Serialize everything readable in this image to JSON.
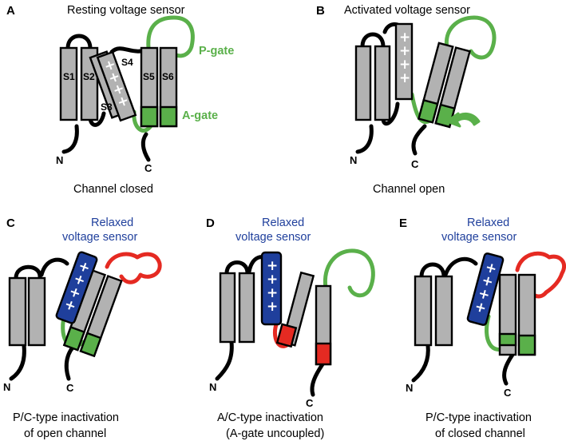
{
  "colors": {
    "helix": "#b2b2b2",
    "voltage_sensor_relaxed": "#1f3f9c",
    "gate_green": "#5ab04a",
    "inactivated_red": "#e52a22",
    "relaxed_text": "#1f3f9c"
  },
  "panels": {
    "A": {
      "letter": "A",
      "title": "Resting voltage sensor",
      "caption": "Channel closed",
      "segments": {
        "s1": "S1",
        "s2": "S2",
        "s3": "S3",
        "s4": "S4",
        "s5": "S5",
        "s6": "S6"
      },
      "p_gate": "P-gate",
      "a_gate": "A-gate",
      "n_term": "N",
      "c_term": "C"
    },
    "B": {
      "letter": "B",
      "title": "Activated voltage sensor",
      "caption": "Channel open",
      "n_term": "N",
      "c_term": "C"
    },
    "C": {
      "letter": "C",
      "title_line1": "Relaxed",
      "title_line2": "voltage sensor",
      "caption_line1": "P/C-type inactivation",
      "caption_line2": "of open channel",
      "n_term": "N",
      "c_term": "C"
    },
    "D": {
      "letter": "D",
      "title_line1": "Relaxed",
      "title_line2": "voltage sensor",
      "caption_line1": "A/C-type inactivation",
      "caption_line2": "(A-gate uncoupled)",
      "n_term": "N",
      "c_term": "C"
    },
    "E": {
      "letter": "E",
      "title_line1": "Relaxed",
      "title_line2": "voltage sensor",
      "caption_line1": "P/C-type inactivation",
      "caption_line2": "of closed channel",
      "n_term": "N",
      "c_term": "C"
    }
  },
  "charge_glyph": "+"
}
